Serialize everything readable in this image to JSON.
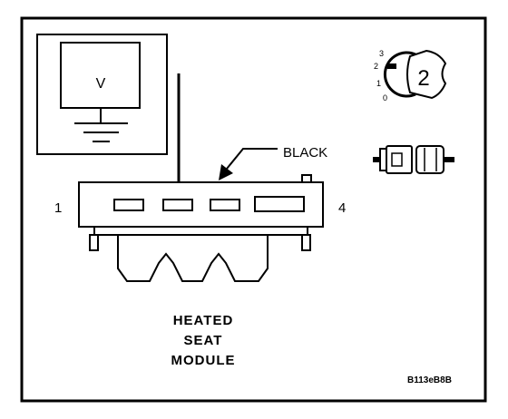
{
  "meter": {
    "symbol": "V"
  },
  "wire_color_label": "BLACK",
  "pin_labels": {
    "left": "1",
    "right": "4"
  },
  "ignition_switch": {
    "positions": [
      "3",
      "2",
      "1",
      "0"
    ],
    "selected": "2"
  },
  "caption": {
    "lines": [
      "HEATED",
      "SEAT",
      "MODULE"
    ]
  },
  "figure_id": "B113eB8B"
}
